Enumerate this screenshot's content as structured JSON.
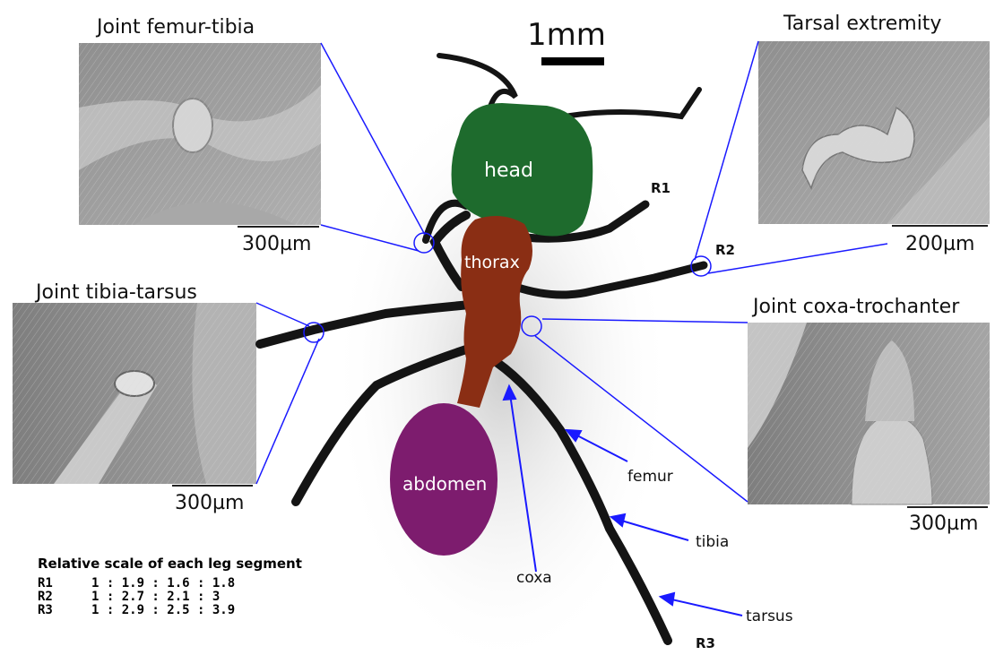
{
  "colors": {
    "head": "#1e6b2d",
    "thorax": "#8a2e14",
    "abdomen": "#7d1c6e",
    "callout": "#1a1aff",
    "ant_body": "#141414",
    "sem_background": "#9a9a9a"
  },
  "scale_bar": {
    "label": "1mm"
  },
  "panels": [
    {
      "title": "Joint femur-tibia",
      "scale": "300µm"
    },
    {
      "title": "Tarsal extremity",
      "scale": "200µm"
    },
    {
      "title": "Joint tibia-tarsus",
      "scale": "300µm"
    },
    {
      "title": "Joint coxa-trochanter",
      "scale": "300µm"
    }
  ],
  "body_parts": {
    "head": "head",
    "thorax": "thorax",
    "abdomen": "abdomen"
  },
  "segments": {
    "femur": "femur",
    "tibia": "tibia",
    "tarsus": "tarsus",
    "coxa": "coxa"
  },
  "legs": {
    "r1": "R1",
    "r2": "R2",
    "r3": "R3"
  },
  "relative_scale": {
    "title": "Relative scale of each leg segment",
    "rows": [
      {
        "leg": "R1",
        "ratio": "1 : 1.9 : 1.6 : 1.8"
      },
      {
        "leg": "R2",
        "ratio": "1 : 2.7 : 2.1 : 3"
      },
      {
        "leg": "R3",
        "ratio": "1 : 2.9 : 2.5 : 3.9"
      }
    ]
  }
}
